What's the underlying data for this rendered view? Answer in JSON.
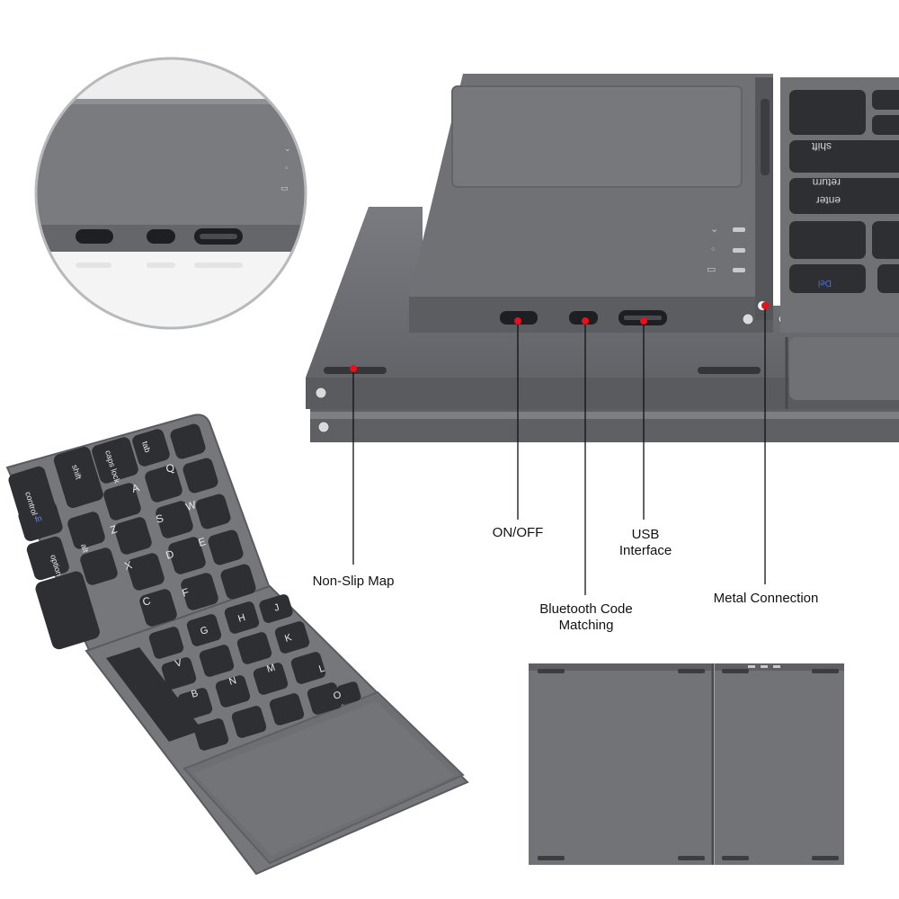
{
  "callouts": {
    "non_slip_map": "Non-Slip Map",
    "on_off": "ON/OFF",
    "bluetooth_line1": "Bluetooth Code",
    "bluetooth_line2": "Matching",
    "usb_line1": "USB",
    "usb_line2": "Interface",
    "metal_connection": "Metal Connection"
  },
  "keys": {
    "left_column": [
      "control",
      "fn",
      "option"
    ],
    "col2": [
      "shift",
      "alt"
    ],
    "col3": [
      "caps lock",
      "A",
      "Z",
      "X",
      "C"
    ],
    "row_q": [
      "tab",
      "Q",
      "S",
      "D",
      "F"
    ],
    "row_w": [
      "W",
      "E"
    ],
    "lower_half": [
      "G",
      "H",
      "J",
      "K",
      "L",
      "V",
      "B",
      "N",
      "M",
      "O"
    ],
    "right_edge": [
      "shift",
      "return",
      "enter",
      "Del"
    ]
  },
  "colors": {
    "callout_dot": "#e8101a",
    "body": "#6e6f73",
    "key": "#2e2f33",
    "accent_blue": "#4a70e0"
  }
}
